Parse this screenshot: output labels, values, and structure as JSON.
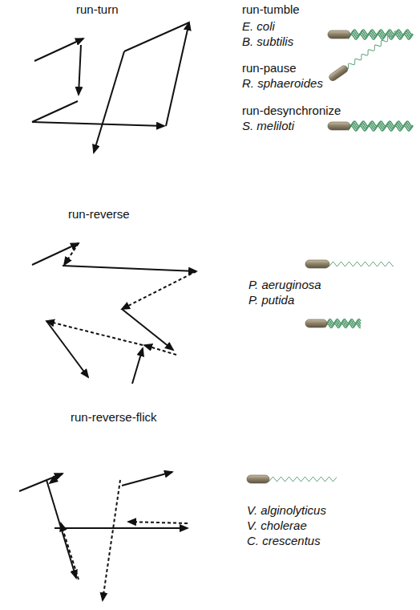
{
  "diagram": {
    "labels": [
      "run-turn",
      "run-tumble",
      "E. coli",
      "B. subtilis",
      "run-pause",
      "R. sphaeroides",
      "run-desynchronize",
      "S. meliloti",
      "run-reverse",
      "P. aeruginosa",
      "P. putida",
      "run-reverse-flick",
      "V. alginolyticus",
      "V. cholerae",
      "C. crescentus"
    ]
  }
}
